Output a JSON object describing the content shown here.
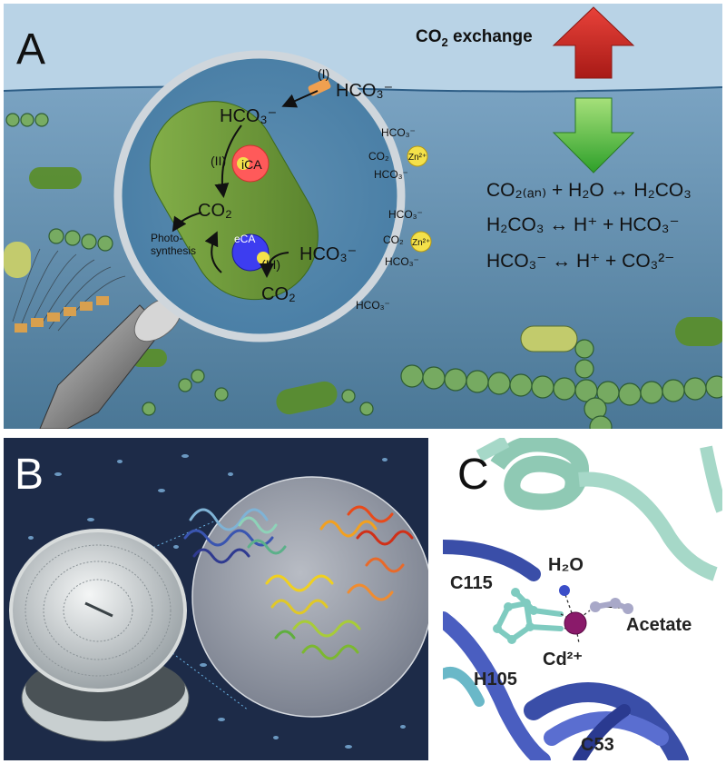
{
  "colors": {
    "water_top": "#7ea6c6",
    "water_bottom": "#4e7a98",
    "sky": "#e6f0f8",
    "cell_green": "#6a9a3a",
    "arrow_red": "#d9322a",
    "arrow_green": "#3fb83a",
    "ica_red": "#ff5a5a",
    "eca_blue": "#3d3df0",
    "zn_yellow": "#f4e14a",
    "panel_b_bg": "#1d2b48",
    "helix_teal": "#8fc9b4",
    "protein_blue": "#4356a8",
    "cd_purple": "#8a1a6a"
  },
  "panel_a": {
    "label": "A",
    "co2_exchange": {
      "main": "CO",
      "sub": "2",
      "rest": " exchange"
    },
    "magnifier": {
      "hco3_in": "HCO₃⁻",
      "pathway_i": "(I)",
      "hco3_cell": "HCO₃⁻",
      "pathway_ii": "(II)",
      "ica": "iCA",
      "co2_cell": "CO₂",
      "photosynthesis_line1": "Photo-",
      "photosynthesis_line2": "synthesis",
      "eca": "eCA",
      "pathway_iii": "(III)",
      "hco3_eca": "HCO₃⁻",
      "co2_out": "CO₂",
      "free_species": [
        "HCO₃⁻",
        "CO₂",
        "HCO₃⁻",
        "Zn²⁺",
        "HCO₃⁻",
        "CO₂",
        "Zn²⁺",
        "HCO₃⁻",
        "HCO₃⁻"
      ]
    },
    "equations": [
      "CO₂₍ₐₙ₎ + H₂O ↔ H₂CO₃",
      "H₂CO₃ ↔ H⁺ + HCO₃⁻",
      "HCO₃⁻ ↔ H⁺ + CO₃²⁻"
    ]
  },
  "panel_b": {
    "label": "B"
  },
  "panel_c": {
    "label": "C",
    "water": "H₂O",
    "c115": "C115",
    "acetate": "Acetate",
    "cd": "Cd²⁺",
    "h105": "H105",
    "c53": "C53"
  }
}
